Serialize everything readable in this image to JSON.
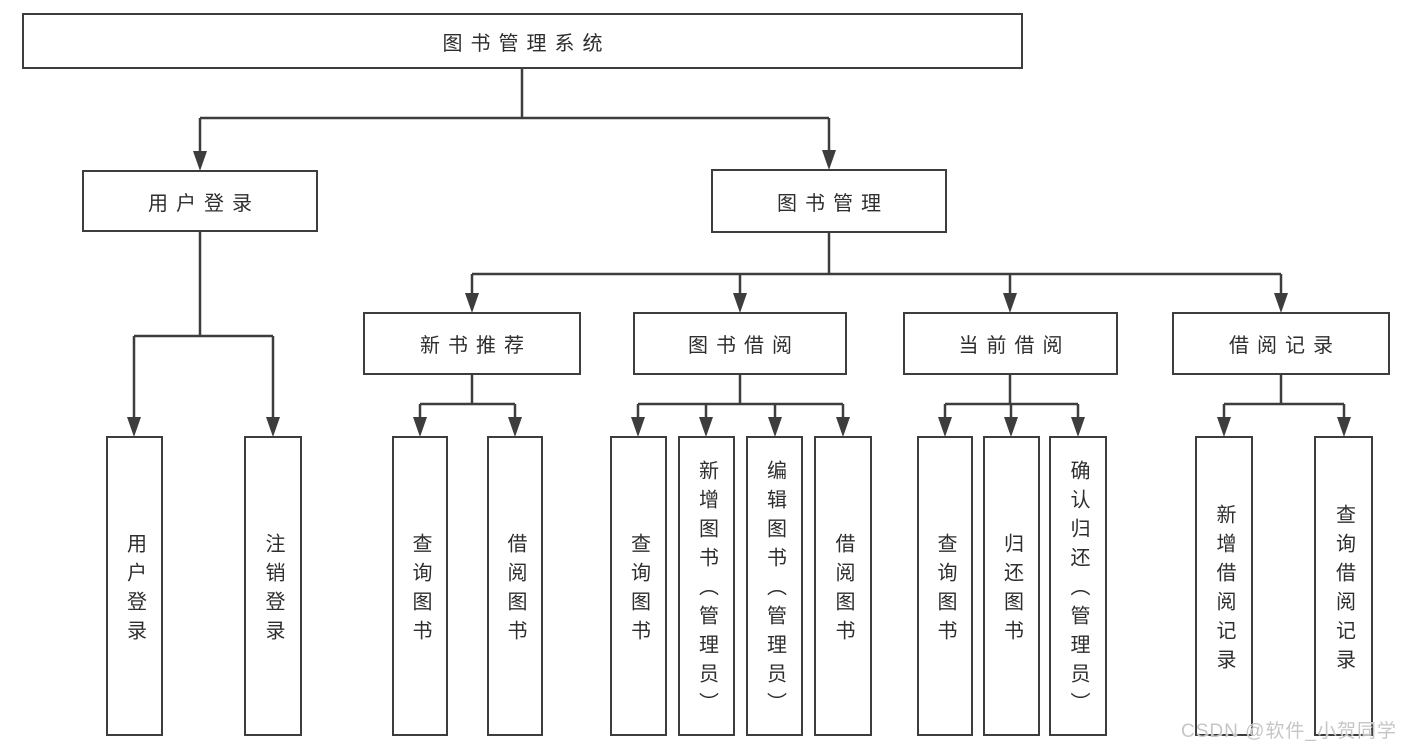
{
  "diagram_title": "图书管理系统",
  "tree": {
    "label": "图书管理系统",
    "children": [
      {
        "label": "用户登录",
        "children": [
          {
            "label": "用户登录"
          },
          {
            "label": "注销登录"
          }
        ]
      },
      {
        "label": "图书管理",
        "children": [
          {
            "label": "新书推荐",
            "children": [
              {
                "label": "查询图书"
              },
              {
                "label": "借阅图书"
              }
            ]
          },
          {
            "label": "图书借阅",
            "children": [
              {
                "label": "查询图书"
              },
              {
                "label": "新增图书（管理员）"
              },
              {
                "label": "编辑图书（管理员）"
              },
              {
                "label": "借阅图书"
              }
            ]
          },
          {
            "label": "当前借阅",
            "children": [
              {
                "label": "查询图书"
              },
              {
                "label": "归还图书"
              },
              {
                "label": "确认归还（管理员）"
              }
            ]
          },
          {
            "label": "借阅记录",
            "children": [
              {
                "label": "新增借阅记录"
              },
              {
                "label": "查询借阅记录"
              }
            ]
          }
        ]
      }
    ]
  },
  "watermark": {
    "text": "CSDN @软件_小贺同学"
  },
  "colors": {
    "line": "#3d3d3d",
    "box_border": "#3d3d3d",
    "box_background": "#ffffff",
    "text": "#2e2e2e",
    "watermark": "#c6c6c6",
    "page_background": "#ffffff"
  }
}
